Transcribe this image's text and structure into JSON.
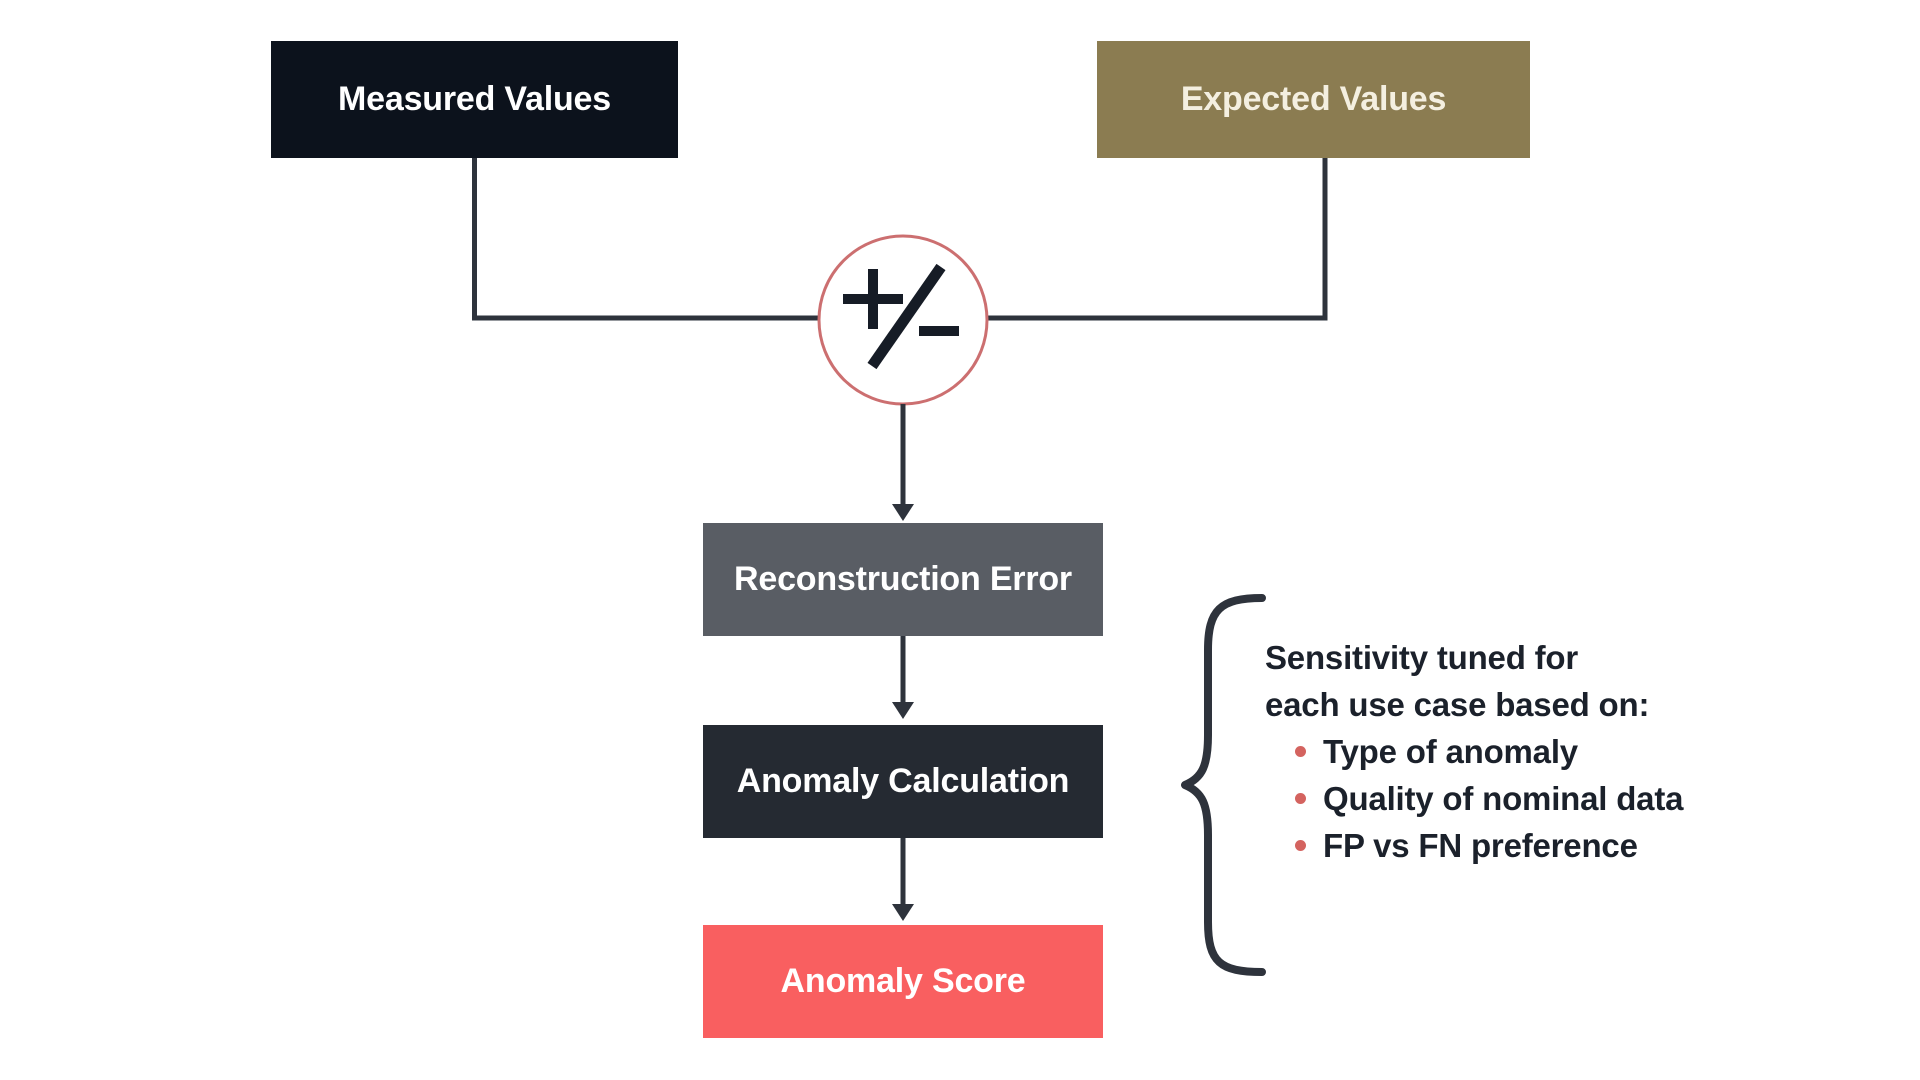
{
  "diagram": {
    "background_color": "#ffffff",
    "connector_color": "#2e333c",
    "nodes": {
      "measured": {
        "label": "Measured Values",
        "color": "#0c121c",
        "text_color": "#ffffff"
      },
      "expected": {
        "label": "Expected Values",
        "color": "#8b7c51",
        "text_color": "#f4efe0"
      },
      "reconstruction_error": {
        "label": "Reconstruction Error",
        "color": "#595d64",
        "text_color": "#ffffff"
      },
      "anomaly_calculation": {
        "label": "Anomaly Calculation",
        "color": "#252a32",
        "text_color": "#ffffff"
      },
      "anomaly_score": {
        "label": "Anomaly Score",
        "color": "#f95f60",
        "text_color": "#ffffff"
      }
    },
    "operator": {
      "symbol": "+/-",
      "ring_color": "#cc6f70",
      "glyph_color": "#161c26"
    },
    "annotation": {
      "heading_lines": [
        "Sensitivity tuned for",
        "each use case based on:"
      ],
      "bullets": [
        "Type of anomaly",
        "Quality of nominal data",
        "FP vs FN preference"
      ],
      "bullet_color": "#d4635f",
      "text_color": "#1b212b"
    }
  }
}
